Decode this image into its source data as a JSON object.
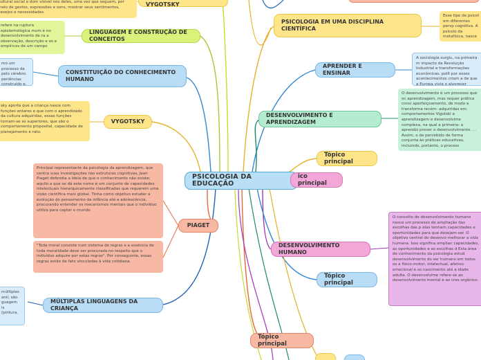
{
  "center": {
    "label": "PSICOLOGIA DA EDUCAÇÃO"
  },
  "left": [
    {
      "id": "linguagem_vygotsky",
      "label": "LINGUAGEM PARA VYGOTSKY",
      "note": "cultural social e dom visível nos deles, uma vez que seguem, por meio de gestos, expressões e sons, mostrar seus sentimentos, desejos e necessidades."
    },
    {
      "id": "linguagem_construcao",
      "label": "LINGUAGEM E CONSTRUÇÃO DE CONCEITOS",
      "note": "refere na ruptura epistemológica mum e no desenvolvimento de ra a observação, descrição e os e empíricos de um campo"
    },
    {
      "id": "constituicao",
      "label": "CONSTITUIÇÃO DO CONHECIMENTO HUMANO",
      "note": "mo um processo da pelo cérebro periências construído e,"
    },
    {
      "id": "vygotsky",
      "label": "VYGOTSKY",
      "note": "sky aporta que a criança nasce com funções entares e que com o aprendizado da cultura adquiridas, essas funções tornam-se as superiores, que são o comportamento proposital, capacidade de planejamento e rato."
    },
    {
      "id": "piaget",
      "label": "PIAGET",
      "note1": "Principal representante da psicologia da aprendizagem, que centra suas investigações nas estruturas cognitivas, Jean Piaget defendia a ideia de que o conhecimento não existe; aquilo a que se dá este nome é um conjunto de capacidades intelectuais hierarquicamente classificadas que requerem uma visão científica mais global. Tinha como objetivo estudar a evolução do pensamento da infância até a adolescência, procurando entender os mecanismos mentais que o indivíduo utiliza para captar o mundo.",
      "note2": "\"Toda moral consiste num sistema de regras e a essência de toda moralidade deve ser procurada no respeito que o indivíduo adquire por estas regras\". Por conseguinte, essas regras estão de fato vinculadas à vida cotidiana."
    },
    {
      "id": "multiplas",
      "label": "MÚLTIPLAS LINGUAGENS DA CRIANÇA",
      "note": "múltiplas anil, são guagem is (pintura,"
    }
  ],
  "right": [
    {
      "id": "disciplina",
      "label": "PSICOLOGIA EM UMA DISCIPLINA CIENTÍFICA",
      "note": "Esse tipo de psicol em diferentes persp cognitiva. A psicolo da metafísica, nasce"
    },
    {
      "id": "aprender",
      "label": "APRENDER E ENSINAR",
      "note": "A sociologia surgiu, na primeira m impacto da Revolução Industrial e transformações econômicas, polít por esses acontecimentos criam a de que a Europa vivia o alvorecer"
    },
    {
      "id": "desenv_aprend",
      "label": "DESENVOLVIMENTO E APRENDIZAGEM",
      "note": "O desenvolvimento é um processo que oc aprendizagem, mas requer prática consi aperfeiçoamento, de modo a transforma recém- adquiridas em comportamentos Vigotski a aprendizagem e desenvolvime complexa, na qual a primeira- a aprendiz prover o desenvolvimento. ... Assim, o de percebido de forma conjunta às práticas educativas, incluindo, portanto, o process"
    },
    {
      "id": "topico1",
      "label": "Tópico principal"
    },
    {
      "id": "topico2",
      "label": "ico principal"
    },
    {
      "id": "desenv_humano",
      "label": "DESENVOLVIMENTO HUMANO",
      "note": "O conceito de desenvolvimento humano nasce um processo de ampliação das escolhas das p elas tenham capacidades e oportunidades para que desejam ser. O objetivo central do desenvo melhorar a vida humana. Isso significa amplian capacidades, as oportunidades e as escolhas d Esta área de conhecimento da psicologia estud desenvolvimento do ser humano em todos os a físico-motor, intelectual, afetivo-emocional e so nascimento até a idade adulta. O desenvolvime refere-se ao desenvolvimento mental e ao cres orgânico."
    },
    {
      "id": "topico3",
      "label": "Tópico principal"
    },
    {
      "id": "topico4",
      "label": "Tópico principal"
    }
  ],
  "colors": {
    "center": "#b8dff5",
    "yellow": "#ffe58a",
    "lime": "#d9f27a",
    "blue": "#b9dcf7",
    "salmon": "#f7b9a3",
    "pink": "#f2a7d8",
    "mint": "#b5ecd0"
  }
}
